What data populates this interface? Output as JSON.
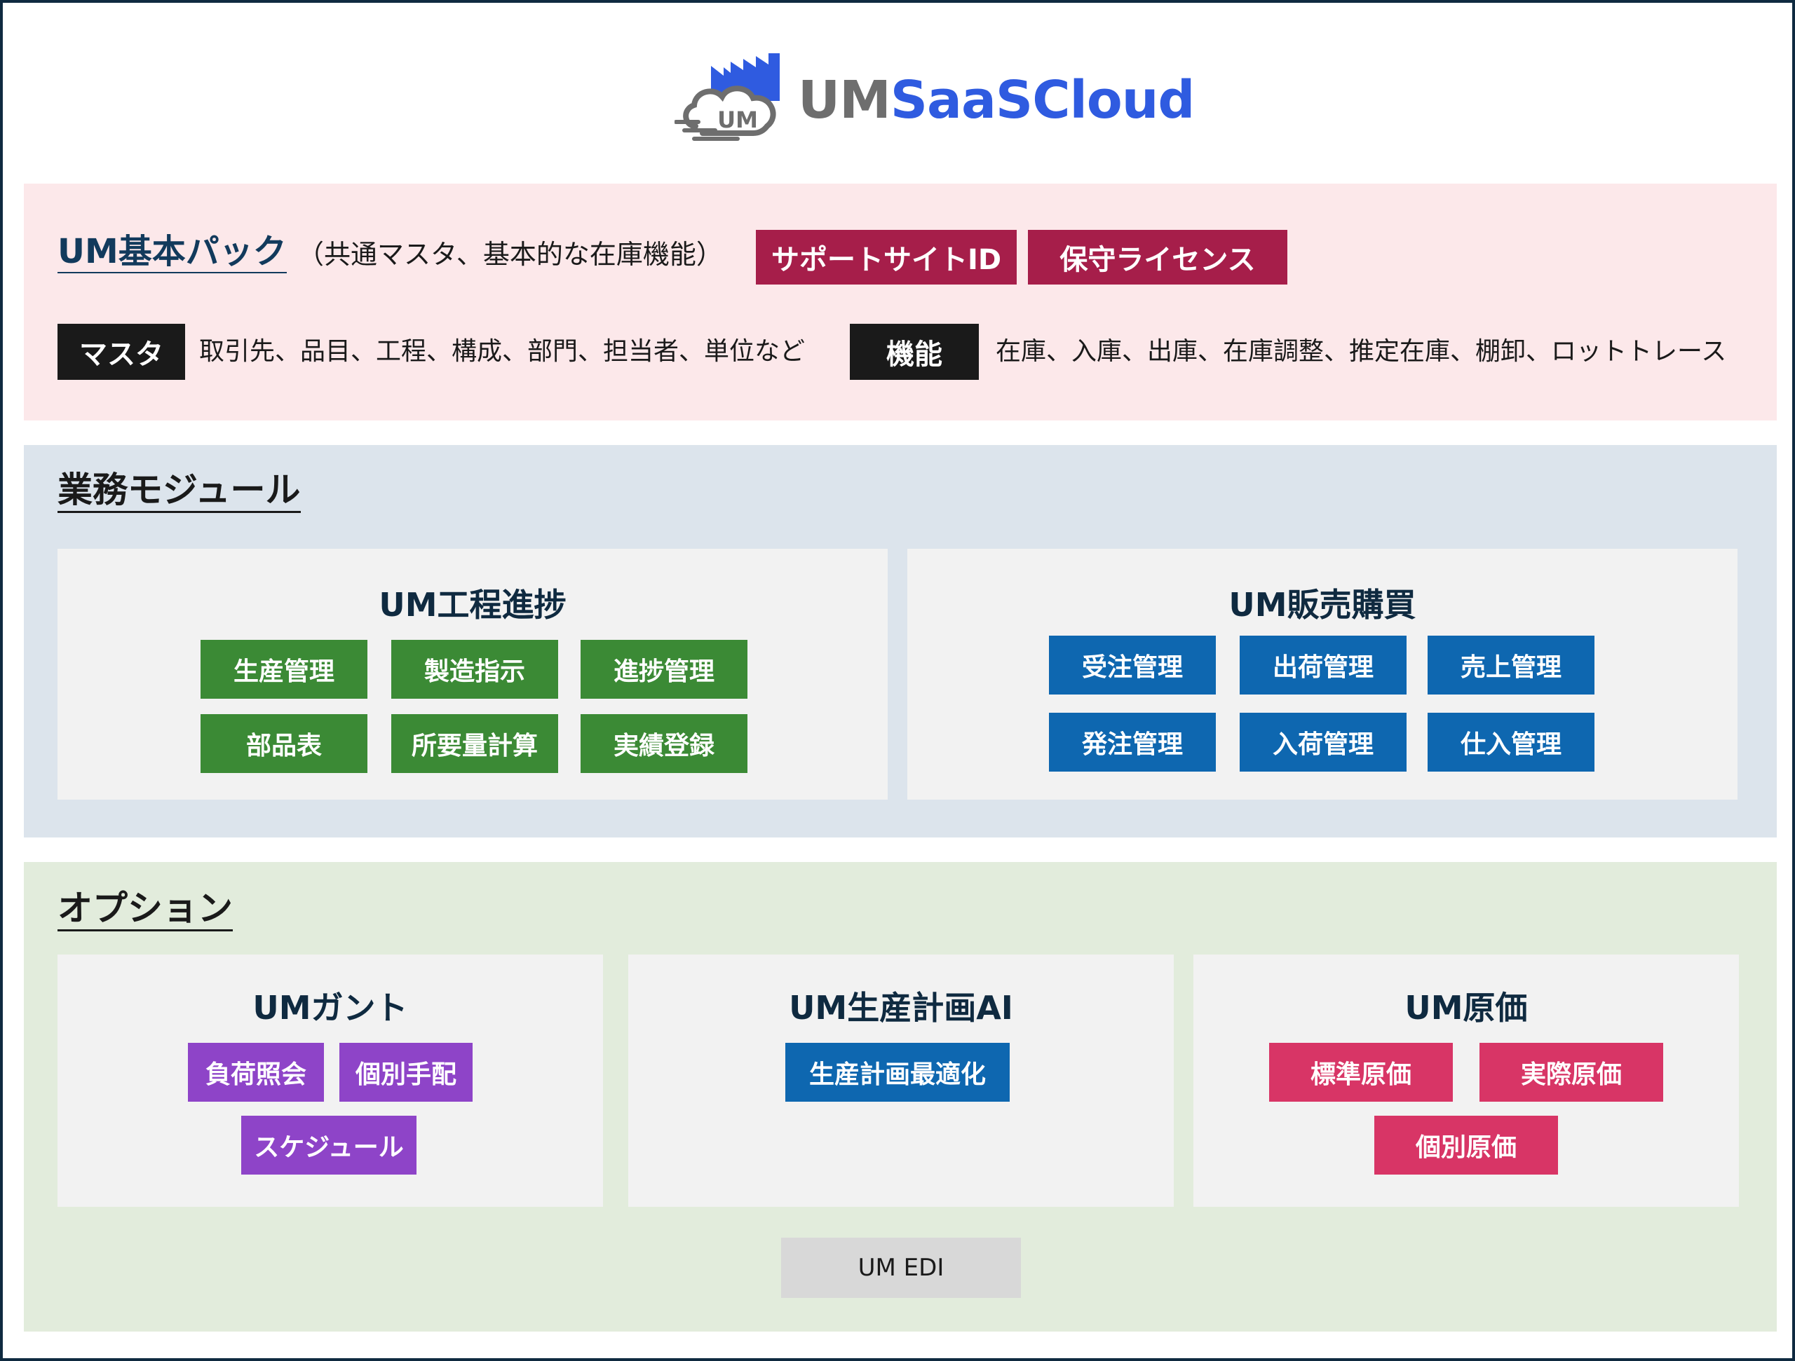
{
  "logo": {
    "icon_text": "UM",
    "text_um": "UM",
    "text_saas": "SaaSCloud",
    "colors": {
      "gray": "#6e6e6e",
      "blue": "#2f5be0"
    }
  },
  "basic_pack": {
    "title": "UM基本パック",
    "subtitle": "（共通マスタ、基本的な在庫機能）",
    "badges": [
      "サポートサイトID",
      "保守ライセンス"
    ],
    "master_label": "マスタ",
    "master_text": "取引先、品目、工程、構成、部門、担当者、単位など",
    "function_label": "機能",
    "function_text": "在庫、入庫、出庫、在庫調整、推定在庫、棚卸、ロットトレース",
    "color": "#a61e4a"
  },
  "modules": {
    "title": "業務モジュール",
    "progress": {
      "title": "UM工程進捗",
      "items": [
        "生産管理",
        "製造指示",
        "進捗管理",
        "部品表",
        "所要量計算",
        "実績登録"
      ],
      "color": "#3b8a35"
    },
    "sales": {
      "title": "UM販売購買",
      "items": [
        "受注管理",
        "出荷管理",
        "売上管理",
        "発注管理",
        "入荷管理",
        "仕入管理"
      ],
      "color": "#0e67b0"
    }
  },
  "options": {
    "title": "オプション",
    "gantt": {
      "title": "UMガント",
      "items": [
        "負荷照会",
        "個別手配",
        "スケジュール"
      ],
      "color": "#8e44c8"
    },
    "planning": {
      "title": "UM生産計画AI",
      "items": [
        "生産計画最適化"
      ],
      "color": "#0e67b0"
    },
    "cost": {
      "title": "UM原価",
      "items": [
        "標準原価",
        "実際原価",
        "個別原価"
      ],
      "color": "#d83566"
    },
    "edi": "UM EDI"
  }
}
